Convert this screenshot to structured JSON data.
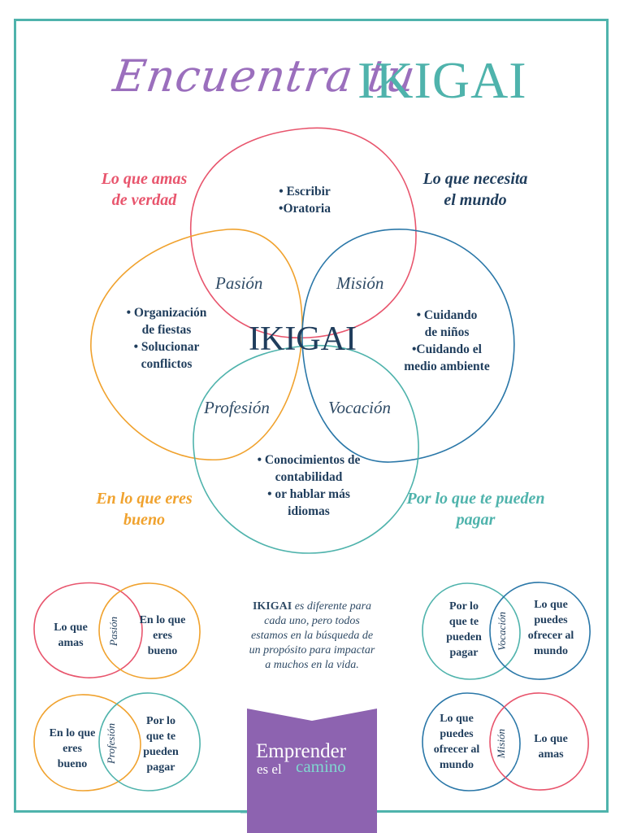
{
  "title": {
    "script": "Encuentra tu",
    "main": "IKIGAI"
  },
  "corners": {
    "love": [
      "Lo que amas",
      "de verdad"
    ],
    "world": [
      "Lo que necesita",
      "el mundo"
    ],
    "good": [
      "En lo que eres",
      "bueno"
    ],
    "paid": [
      "Por lo que te pueden",
      "pagar"
    ]
  },
  "circle_items": {
    "top": [
      "• Escribir",
      "•Oratoria"
    ],
    "left": [
      "• Organización",
      "de fiestas",
      "• Solucionar",
      "conflictos"
    ],
    "right": [
      "• Cuidando",
      "de niños",
      "•Cuidando el",
      "medio ambiente"
    ],
    "bottom": [
      "• Conocimientos de",
      "contabilidad",
      "• or hablar más",
      "idiomas"
    ]
  },
  "overlaps": {
    "pasion": "Pasión",
    "mision": "Misión",
    "profesion": "Profesión",
    "vocacion": "Vocación"
  },
  "center": "IKIGAI",
  "mini": [
    {
      "left": [
        "Lo que",
        "amas"
      ],
      "middle": "Pasión",
      "right": [
        "En lo que",
        "eres",
        "bueno"
      ]
    },
    {
      "left": [
        "En lo que",
        "eres",
        "bueno"
      ],
      "middle": "Profesión",
      "right": [
        "Por lo",
        "que te",
        "pueden",
        "pagar"
      ]
    },
    {
      "left": [
        "Por lo",
        "que te",
        "pueden",
        "pagar"
      ],
      "middle": "Vocación",
      "right": [
        "Lo que",
        "puedes",
        "ofrecer al",
        "mundo"
      ]
    },
    {
      "left": [
        "Lo que",
        "puedes",
        "ofrecer al",
        "mundo"
      ],
      "middle": "Misión",
      "right": [
        "Lo que",
        "amas"
      ]
    }
  ],
  "note": {
    "bold": "IKIGAI",
    "text": " es diferente para cada uno, pero todos estamos en la búsqueda de un propósito para impactar a muchos en la vida."
  },
  "logo": {
    "line1": "Emprender",
    "line2a": "es el",
    "line2b": "camino"
  },
  "colors": {
    "pink": "#e8556d",
    "navy": "#1f3d5c",
    "orange": "#f0a22e",
    "teal": "#4fb3ac",
    "blue": "#2a77a8",
    "purple": "#8d63b0"
  }
}
